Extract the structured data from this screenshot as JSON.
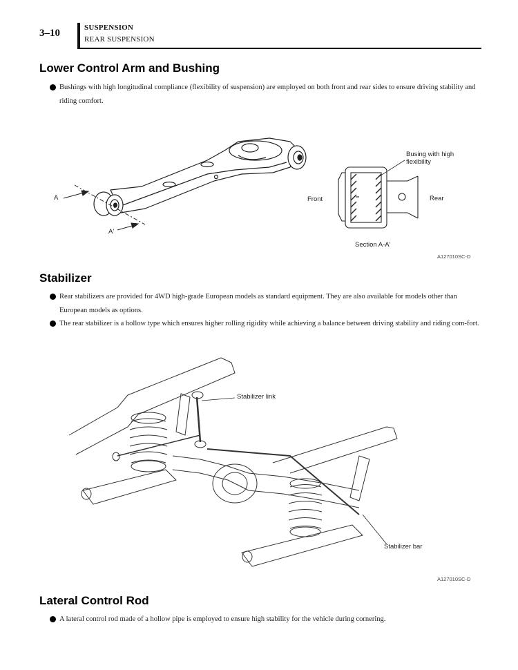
{
  "header": {
    "page_number": "3–10",
    "section": "SUSPENSION",
    "subsection": "REAR SUSPENSION"
  },
  "lower_control_arm": {
    "title": "Lower Control Arm and Bushing",
    "bullets": [
      "Bushings with high longitudinal compliance (flexibility of suspension) are employed on both front and rear sides to ensure driving stability and riding comfort."
    ],
    "figure": {
      "label_a": "A",
      "label_a_prime": "A'",
      "callout_bushing": "Busing with high flexibility",
      "label_front": "Front",
      "label_rear": "Rear",
      "section_caption": "Section A-A'",
      "figure_code": "A127010SC-D"
    }
  },
  "stabilizer": {
    "title": "Stabilizer",
    "bullets": [
      "Rear stabilizers are provided for 4WD high-grade European models as standard equipment. They are also available for models other than European models as options.",
      "The rear stabilizer is a hollow type which ensures higher rolling rigidity while achieving a balance between driving stability and riding com-fort."
    ],
    "figure": {
      "callout_link": "Stabilizer link",
      "callout_bar": "Stabilizer bar",
      "figure_code": "A127010SC-D"
    }
  },
  "lateral_control_rod": {
    "title": "Lateral Control Rod",
    "bullets": [
      "A lateral control rod made of a hollow pipe is employed to ensure high stability for the vehicle during cornering."
    ]
  }
}
